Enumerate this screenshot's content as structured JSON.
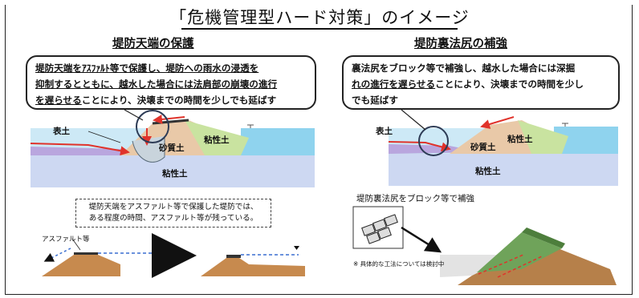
{
  "title": "「危機管理型ハード対策」のイメージ",
  "left": {
    "heading": "堤防天端の保護",
    "bubble_line1": "堤防天端をｱｽﾌｧﾙﾄ等で保護し、堤防への雨水の浸透を",
    "bubble_line2a": "抑制するとともに、越水した場合には法肩部の崩壊の進行",
    "bubble_line3a": "を遅らせる",
    "bubble_line3b": "ことにより、決壊までの時間を少しでも延ばす",
    "label_surface": "表土",
    "label_sandy": "砂質土",
    "label_clay_upper": "粘性土",
    "label_clay_lower": "粘性土",
    "note_line1": "堤防天端をアスファルト等で保護した堤防では、",
    "note_line2": "ある程度の時間、アスファルト等が残っている。",
    "label_asphalt": "アスファルト等"
  },
  "right": {
    "heading": "堤防裏法尻の補強",
    "bubble_line1": "裏法尻をブロック等で補強し、越水した場合には深掘",
    "bubble_line2a": "れの進行を遅らせる",
    "bubble_line2b": "ことにより、決壊までの時間を少し",
    "bubble_line3": "でも延ばす",
    "label_surface": "表土",
    "label_sandy": "砂質土",
    "label_clay_upper": "粘性土",
    "label_clay_lower": "粘性土",
    "block_caption": "堤防裏法尻をブロック等で補強",
    "footnote": "※ 具体的な工法については検討中"
  },
  "colors": {
    "water": "#8fd3ee",
    "sand": "#e9c9a8",
    "clay_upper": "#c9e3a0",
    "clay_lower": "#cdd8f2",
    "purple_ground": "#b9a6de",
    "arrow_red": "#e0332b",
    "arrow_blue": "#3a6fd1",
    "embankment": "#b6804a",
    "grass": "#6fa35a"
  }
}
